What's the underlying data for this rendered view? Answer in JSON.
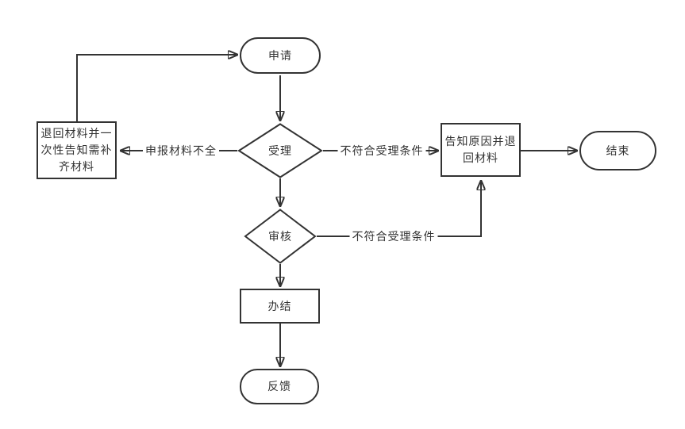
{
  "diagram": {
    "type": "flowchart",
    "background": "#ffffff",
    "line_color": "#333333",
    "node_fill": "#ffffff",
    "text_color": "#333333",
    "nodes": [
      {
        "id": "apply",
        "shape": "stadium",
        "label": "申请"
      },
      {
        "id": "accept",
        "shape": "diamond",
        "label": "受理"
      },
      {
        "id": "return-materials",
        "shape": "rect",
        "label": "退回材料并一次性告知需补齐材料"
      },
      {
        "id": "notify-reason",
        "shape": "rect",
        "label": "告知原因并退回材料"
      },
      {
        "id": "end",
        "shape": "stadium",
        "label": "结束"
      },
      {
        "id": "review",
        "shape": "diamond",
        "label": "审核"
      },
      {
        "id": "complete",
        "shape": "rect",
        "label": "办结"
      },
      {
        "id": "feedback",
        "shape": "stadium",
        "label": "反馈"
      }
    ],
    "edges": [
      {
        "from": "apply",
        "to": "accept",
        "label": ""
      },
      {
        "from": "accept",
        "to": "return-materials",
        "label": "申报材料不全"
      },
      {
        "from": "accept",
        "to": "notify-reason",
        "label": "不符合受理条件"
      },
      {
        "from": "return-materials",
        "to": "apply",
        "label": ""
      },
      {
        "from": "notify-reason",
        "to": "end",
        "label": ""
      },
      {
        "from": "accept",
        "to": "review",
        "label": ""
      },
      {
        "from": "review",
        "to": "notify-reason",
        "label": "不符合受理条件"
      },
      {
        "from": "review",
        "to": "complete",
        "label": ""
      },
      {
        "from": "complete",
        "to": "feedback",
        "label": ""
      }
    ]
  }
}
